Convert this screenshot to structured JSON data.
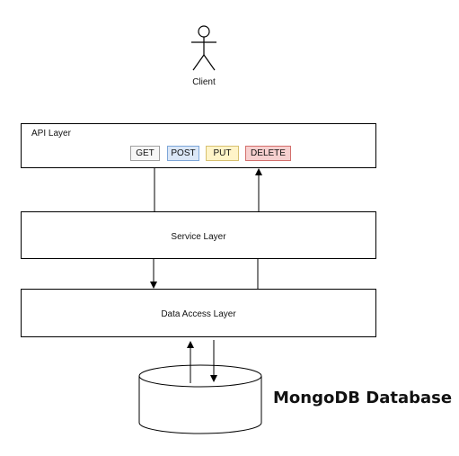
{
  "client": {
    "label": "Client"
  },
  "api_layer": {
    "label": "API Layer",
    "methods": [
      "GET",
      "POST",
      "PUT",
      "DELETE"
    ]
  },
  "service_layer": {
    "label": "Service Layer"
  },
  "data_access_layer": {
    "label": "Data Access Layer"
  },
  "database": {
    "label": "MongoDB Database"
  },
  "colors": {
    "get": "#f7f7f7",
    "post": "#dbe7f7",
    "put": "#fff4c8",
    "delete": "#f7d0cf"
  }
}
